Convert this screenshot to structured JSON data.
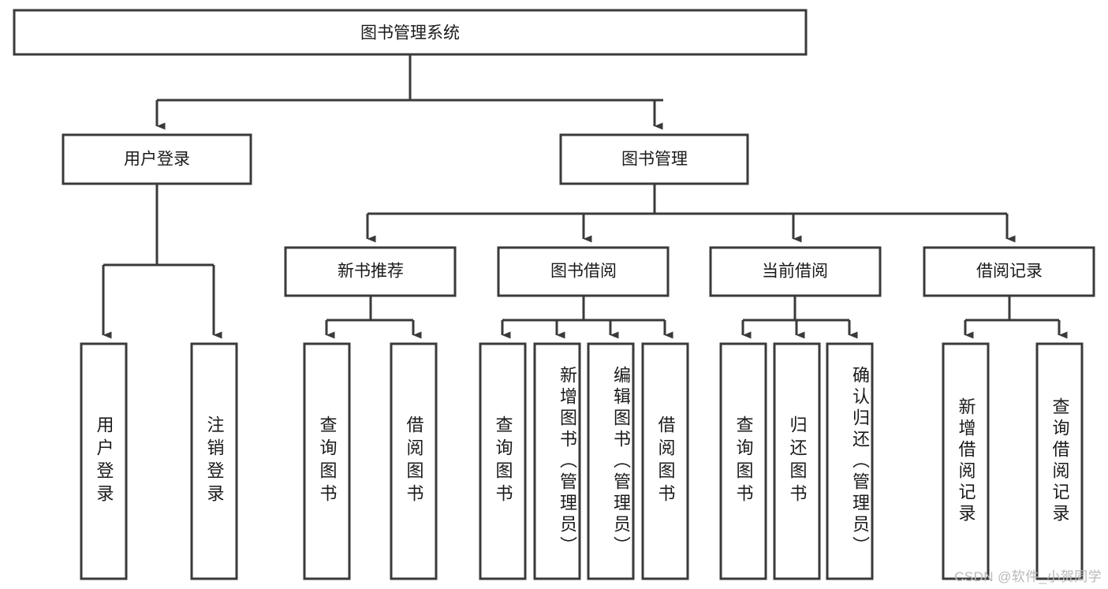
{
  "diagram": {
    "title": "图书管理系统",
    "type": "tree-hierarchy-chart",
    "watermark": "CSDN @软件_小贺同学",
    "colors": {
      "box_stroke": "#3a3a3a",
      "box_fill": "#ffffff",
      "connector": "#3a3a3a",
      "text": "#1a1a1a",
      "watermark": "#b9b9b9",
      "background": "#ffffff"
    },
    "root": {
      "label": "图书管理系统"
    },
    "level1": [
      {
        "label": "用户登录"
      },
      {
        "label": "图书管理"
      }
    ],
    "level2": [
      {
        "label": "新书推荐"
      },
      {
        "label": "图书借阅"
      },
      {
        "label": "当前借阅"
      },
      {
        "label": "借阅记录"
      }
    ],
    "leaves": {
      "user_login": [
        {
          "label": "用户登录"
        },
        {
          "label": "注销登录"
        }
      ],
      "new_book_recommend": [
        {
          "label": "查询图书"
        },
        {
          "label": "借阅图书"
        }
      ],
      "book_borrow": [
        {
          "label": "查询图书"
        },
        {
          "label": "新增图书（管理员）"
        },
        {
          "label": "编辑图书（管理员）"
        },
        {
          "label": "借阅图书"
        }
      ],
      "current_borrow": [
        {
          "label": "查询图书"
        },
        {
          "label": "归还图书"
        },
        {
          "label": "确认归还（管理员）"
        }
      ],
      "borrow_record": [
        {
          "label": "新增借阅记录"
        },
        {
          "label": "查询借阅记录"
        }
      ]
    }
  }
}
